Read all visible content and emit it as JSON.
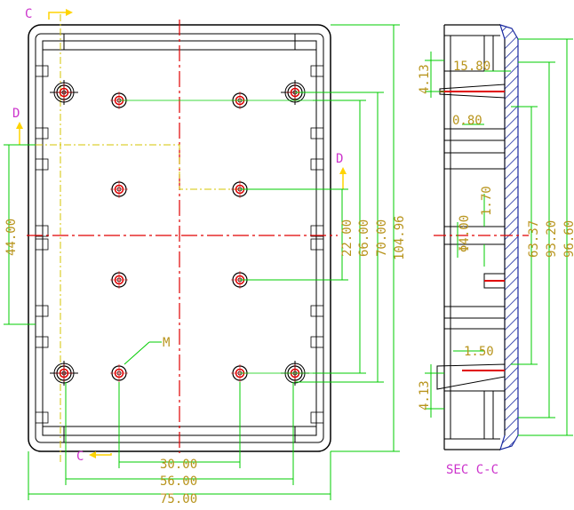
{
  "colors": {
    "outline": "#000000",
    "centerline": "#e00000",
    "dimension": "#00cc00",
    "dimension_text": "#b8941c",
    "section_label": "#cc33cc",
    "marker": "#ffd400",
    "hatch": "#1a2aa0"
  },
  "front_view": {
    "section_mark_top": "C",
    "section_mark_bottom": "C",
    "section_mark_left": "D",
    "section_mark_right": "D",
    "boss_label": "M",
    "dims": {
      "height_inner": "22.00",
      "height_66": "66.00",
      "height_70": "70.00",
      "height_total": "104.96",
      "height_left": "44.00",
      "width_30": "30.00",
      "width_56": "56.00",
      "width_75": "75.00"
    }
  },
  "section_view": {
    "title": "SEC C-C",
    "dims": {
      "top_boss_length": "15.80",
      "top_offset": "4.13",
      "wall": "0.80",
      "rib": "1.70",
      "hole": "Φ4.00",
      "bottom_wall": "1.50",
      "bottom_offset": "4.13",
      "h_63": "63.37",
      "h_93": "93.20",
      "h_96": "96.60"
    }
  }
}
